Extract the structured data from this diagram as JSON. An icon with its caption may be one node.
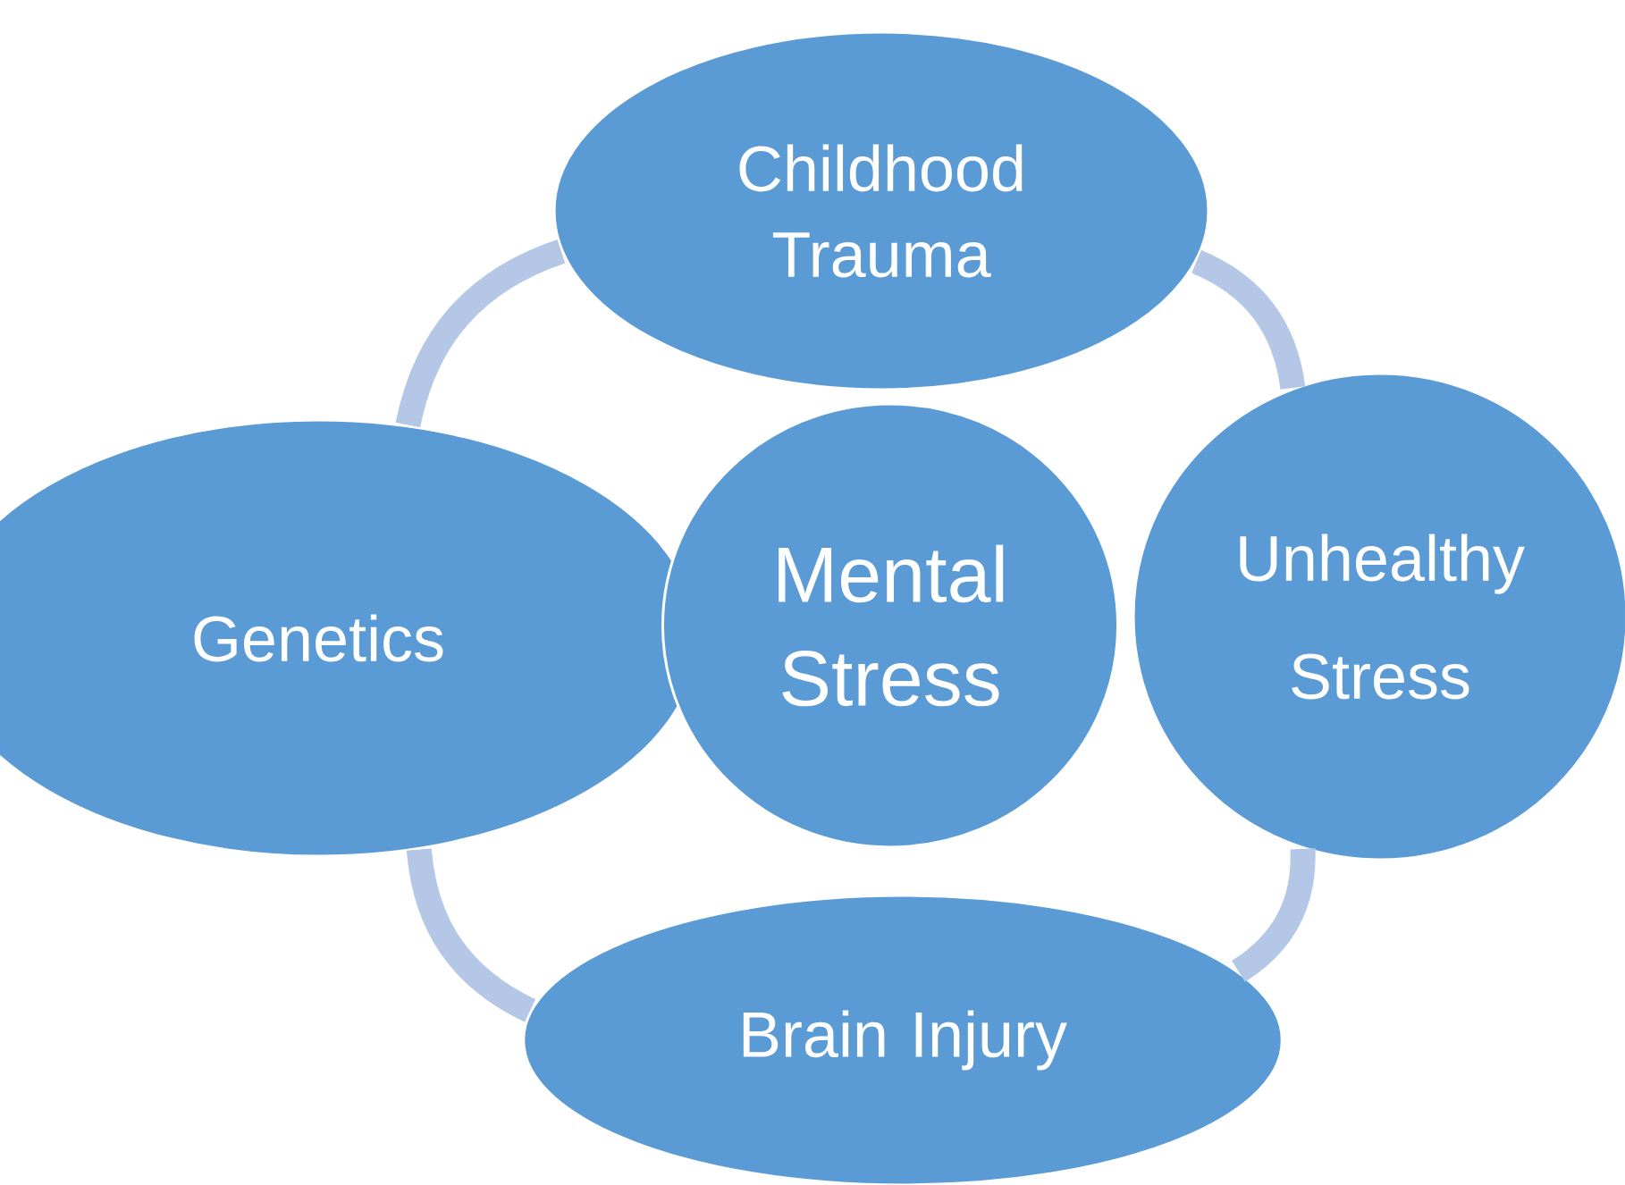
{
  "diagram": {
    "nodes": [
      {
        "text": [
          "Childhood Trauma"
        ]
      },
      {
        "text": [
          "Genetics"
        ]
      },
      {
        "text": [
          "Mental Stress"
        ]
      },
      {
        "text": [
          "Unhealthy Stress"
        ]
      },
      {
        "text": [
          "Brain Injury"
        ]
      }
    ],
    "edges": [
      {
        "from": 0,
        "to": 3,
        "arrow": "none"
      },
      {
        "from": 3,
        "to": 4,
        "arrow": "none"
      },
      {
        "from": 4,
        "to": 1,
        "arrow": "none"
      },
      {
        "from": 1,
        "to": 0,
        "arrow": "none"
      }
    ]
  }
}
